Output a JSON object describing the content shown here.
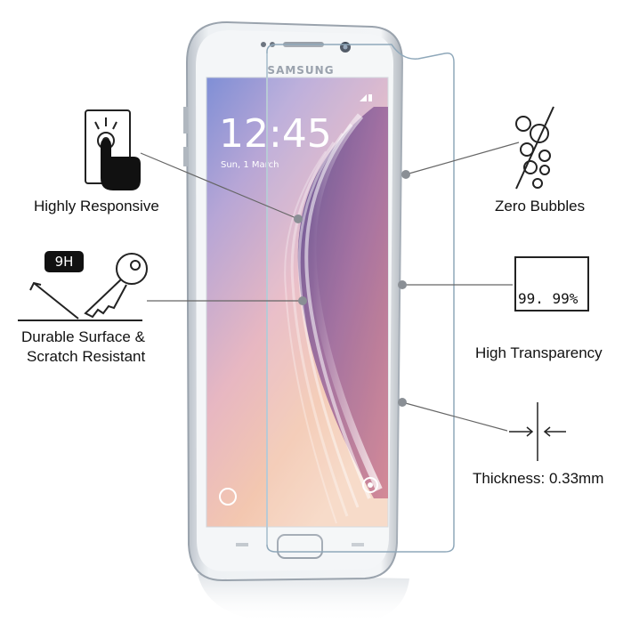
{
  "phone": {
    "brand": "SAMSUNG",
    "time": "12:45",
    "date": "Sun, 1 March"
  },
  "features": {
    "responsive": "Highly Responsive",
    "durable_line1": "Durable Surface &",
    "durable_line2": "Scratch Resistant",
    "hardness_badge": "9H",
    "bubbles": "Zero Bubbles",
    "transparency": "High Transparency",
    "transparency_value": "99. 99%",
    "thickness": "Thickness: 0.33mm"
  },
  "icons": {
    "touch": "touch-hand-icon",
    "key": "key-scratch-icon",
    "bubbles": "bubbles-icon",
    "waves": "transparency-waves-icon",
    "thickness": "thickness-arrows-icon"
  },
  "colors": {
    "background": "#ffffff",
    "text": "#111111",
    "phone_frame": "#c9cfd6",
    "glass_edge": "#9fb3c2"
  }
}
